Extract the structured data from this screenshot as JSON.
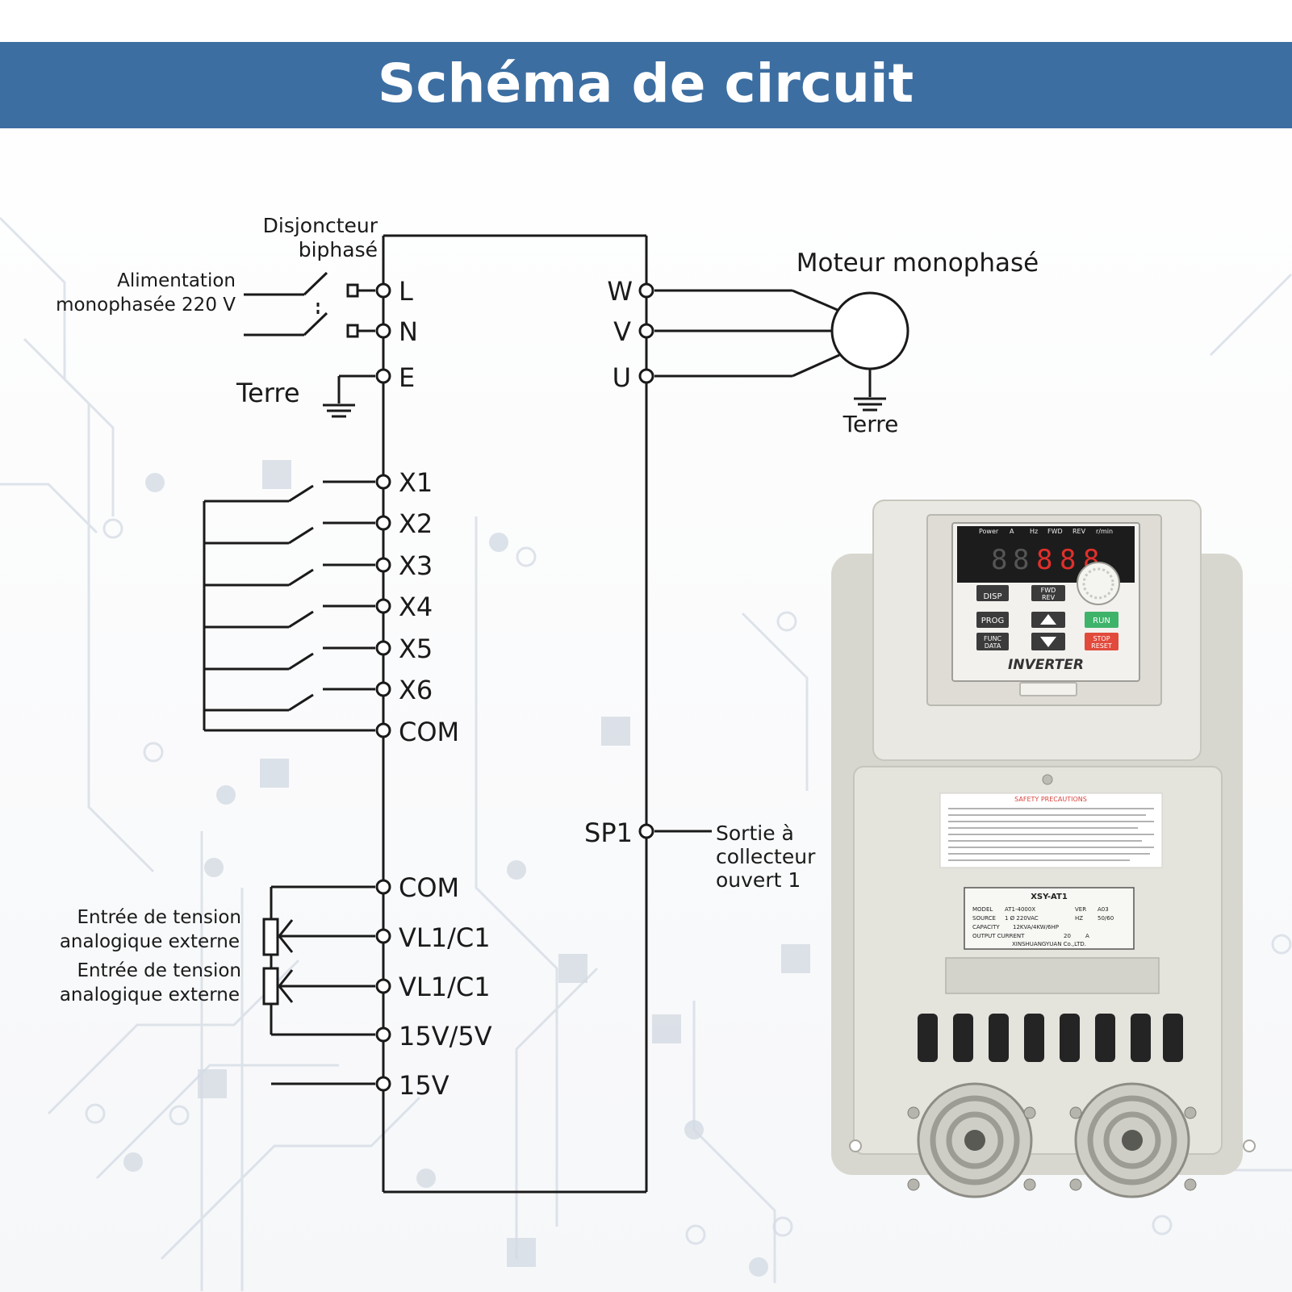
{
  "banner": {
    "title": "Schéma de circuit",
    "color": "#3c6ea1"
  },
  "labels": {
    "breaker": [
      "Disjoncteur",
      "biphasé"
    ],
    "supply": [
      "Alimentation",
      "monophasée 220 V"
    ],
    "ground_left": "Terre",
    "motor": "Moteur monophasé",
    "ground_right": "Terre",
    "open_collector": [
      "Sortie à",
      "collecteur",
      "ouvert 1"
    ],
    "analog_input_1": [
      "Entrée de tension",
      "analogique externe"
    ],
    "analog_input_2": [
      "Entrée de tension",
      "analogique externe"
    ]
  },
  "left_terminals": [
    "L",
    "N",
    "E",
    "X1",
    "X2",
    "X3",
    "X4",
    "X5",
    "X6",
    "COM",
    "COM",
    "VL1/C1",
    "VL1/C1",
    "15V/5V",
    "15V"
  ],
  "right_terminals": [
    "W",
    "V",
    "U",
    "SP1"
  ],
  "device": {
    "panel_indicators": [
      "Power",
      "A",
      "Hz",
      "FWD",
      "REV",
      "r/min"
    ],
    "display_digits": [
      "8",
      "8",
      "8",
      "8",
      "8"
    ],
    "buttons": {
      "disp": "DISP",
      "fwd": "FWD",
      "rev": "REV",
      "prog": "PROG",
      "run": "RUN",
      "func": "FUNC",
      "data": "DATA",
      "stop": "STOP",
      "reset": "RESET"
    },
    "brand": "INVERTER",
    "warning_title": "SAFETY PRECAUTIONS",
    "nameplate": {
      "title": "XSY-AT1",
      "model_label": "MODEL",
      "model": "AT1-4000X",
      "ver_label": "VER",
      "ver": "A03",
      "source_label": "SOURCE",
      "source": "1 Ø 220VAC",
      "hz_label": "HZ",
      "hz": "50/60",
      "capacity_label": "CAPACITY",
      "capacity": "12KVA/4KW/6HP",
      "current_label": "OUTPUT CURRENT",
      "current": "20",
      "current_unit": "A",
      "maker": "XINSHUANGYUAN Co.,LTD."
    },
    "body_color": "#e4e3dc"
  }
}
